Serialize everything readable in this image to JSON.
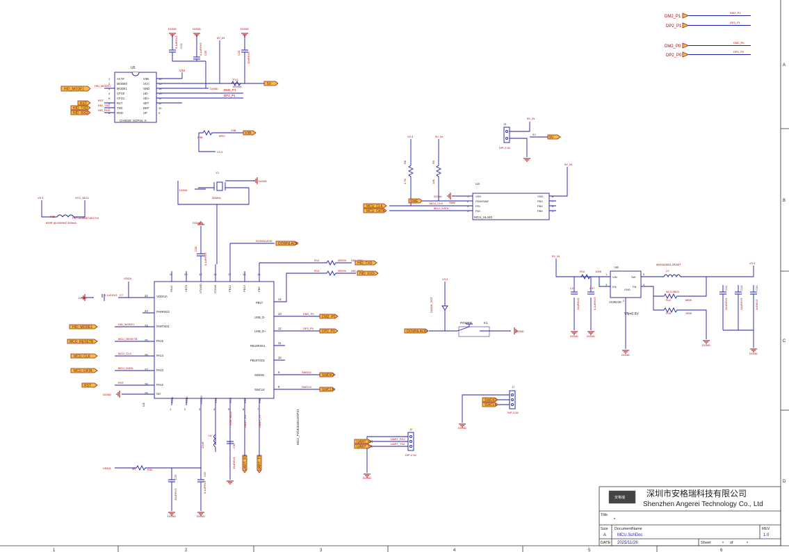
{
  "u5": {
    "ref": "U5",
    "part": "CH9329_SOP16_0",
    "pins_left": [
      {
        "num": "1",
        "name": "ACT#"
      },
      {
        "num": "2",
        "name": "MODE0"
      },
      {
        "num": "3",
        "name": "MODE1"
      },
      {
        "num": "4",
        "name": "CFG0"
      },
      {
        "num": "5",
        "name": "CFG1"
      },
      {
        "num": "6",
        "name": "RST"
      },
      {
        "num": "7",
        "name": "TXD"
      },
      {
        "num": "8",
        "name": "RXD"
      }
    ],
    "pins_right": [
      {
        "num": "16",
        "name": "V3B"
      },
      {
        "num": "15",
        "name": "VCC"
      },
      {
        "num": "14",
        "name": "GND"
      },
      {
        "num": "13",
        "name": "UD-"
      },
      {
        "num": "12",
        "name": "UD+"
      },
      {
        "num": "11",
        "name": "SET"
      },
      {
        "num": "10",
        "name": "DEF"
      },
      {
        "num": "9",
        "name": "UP"
      }
    ]
  },
  "u5_ports": [
    "HID_MODE1",
    "RST",
    "HID_TXD",
    "HID_RXD"
  ],
  "u5_nets": [
    "HID_MODE1",
    "RST",
    "HID_TXD",
    "HID_RXD",
    "DM2_P1",
    "DP2_P1",
    "V33",
    "5V"
  ],
  "top_right_ports": [
    {
      "port": "DM2_P1",
      "net": "DM2_P1"
    },
    {
      "port": "DP2_P1",
      "net": "DP2_P1"
    },
    {
      "port": "DM2_P0",
      "net": "DM2_P0"
    },
    {
      "port": "DP2_P0",
      "net": "DP2_P0"
    }
  ],
  "power": {
    "dgnd": "DGND",
    "v33": "V3.3",
    "v5": "5V_IN",
    "vdda": "VDDA",
    "vcc_mcu": "VCC_MCU",
    "v3b": "V3B",
    "v3b_port": "V3B",
    "v3b_r": "R38",
    "v3b_val": "0R/C",
    "v33_net": "V3.3",
    "v5v": "5V"
  },
  "u5_caps": [
    {
      "ref": "C24",
      "val": "0.1uF/6V3"
    },
    {
      "ref": "C35",
      "val": "0.1uF/6V3"
    },
    {
      "ref": "C34",
      "val": "10uF/6V3"
    }
  ],
  "fuse": {
    "ref": "F1/1",
    "val": "500mA"
  },
  "y2": {
    "ref": "Y2",
    "val": "32MHz"
  },
  "fb": {
    "ref": "FB8",
    "val1": "600R @100MHZ 300mA",
    "val2": "PBY160808T-601Y-N"
  },
  "u3": {
    "ref": "U3",
    "part": "MCU_HL440",
    "pins_left": [
      {
        "num": "1",
        "name": "VSS"
      },
      {
        "num": "2",
        "name": "PDM/SWE"
      },
      {
        "num": "3",
        "name": "PDI"
      },
      {
        "num": "4",
        "name": "PDI"
      }
    ],
    "pins_right": [
      {
        "num": "8",
        "name": "VDD"
      },
      {
        "num": "7",
        "name": "PB3"
      },
      {
        "num": "6",
        "name": "PB4"
      },
      {
        "num": "5",
        "name": "PB5"
      }
    ],
    "resistors": [
      {
        "ref": "R8",
        "val": "4.7K"
      },
      {
        "ref": "R9",
        "val": "10K"
      }
    ]
  },
  "u3_ports": [
    "MCU_CLK",
    "MCU_DATA"
  ],
  "u3_nets": [
    "MCU_CLK",
    "MCU_DATA",
    "SWE",
    "DGND"
  ],
  "j3": {
    "ref": "J3",
    "part": "DIP-2.54",
    "net": "5V"
  },
  "main_mcu": {
    "ref": "U4",
    "part": "MCU_P3181540416SP21",
    "pins_left": [
      {
        "num": "22",
        "name": "VDDCIA"
      },
      {
        "num": "23",
        "name": "PA8RXD3"
      },
      {
        "num": "24",
        "name": "PA8TXD3"
      },
      {
        "num": "25",
        "name": "PA15"
      },
      {
        "num": "26",
        "name": "PA14"
      },
      {
        "num": "27",
        "name": "PA13"
      },
      {
        "num": "28",
        "name": "PA12"
      },
      {
        "num": "29",
        "name": "G0"
      }
    ],
    "pins_top": [
      {
        "num": "21",
        "name": "PA11"
      },
      {
        "num": "20",
        "name": "VBTA"
      },
      {
        "num": "19",
        "name": "XTAMO"
      },
      {
        "num": "18",
        "name": "XTAMI"
      },
      {
        "num": "17",
        "name": "PB12"
      },
      {
        "num": "16",
        "name": "PB13"
      },
      {
        "num": "15",
        "name": "PB6"
      }
    ],
    "pins_right": [
      {
        "num": "14",
        "name": "PB17"
      },
      {
        "num": "13",
        "name": "USB_D-"
      },
      {
        "num": "12",
        "name": "USB_D+"
      },
      {
        "num": "11",
        "name": "RB13RXD1"
      },
      {
        "num": "10",
        "name": "PB10TXD1"
      },
      {
        "num": "9",
        "name": "SWDIO"
      },
      {
        "num": "8",
        "name": "SWCLK"
      }
    ],
    "pins_bottom": [
      {
        "num": "1",
        "name": "PA11"
      },
      {
        "num": "2",
        "name": "PA10"
      },
      {
        "num": "3",
        "name": "VDDIO"
      },
      {
        "num": "4",
        "name": "VSS"
      },
      {
        "num": "5",
        "name": "VCC"
      },
      {
        "num": "6",
        "name": "PA9"
      },
      {
        "num": "7",
        "name": "PA8"
      }
    ]
  },
  "mcu_left_ports": [
    "HID_MODE1",
    "MCU_RESETB",
    "MCU_CLK",
    "MCU_DATA",
    "RST"
  ],
  "mcu_left_nets": [
    "HID_MODE1",
    "MCU_RESETB",
    "MCU_CLK",
    "MCU_DATA",
    "RST",
    "DGND"
  ],
  "mcu_right_ports": [
    "DOWNLAOD",
    "HID_TXD",
    "HID_RXD",
    "DM2_P0",
    "DP2_P0",
    "SWDIO",
    "SWCLK"
  ],
  "mcu_right_nets": [
    "DOWNLAOD",
    "HID_TXD",
    "HID_RXD",
    "DM2_P0",
    "DP2_P0",
    "SWDIO",
    "SWCLK"
  ],
  "mcu_res": [
    {
      "ref": "R12",
      "val": "0R/0%"
    },
    {
      "ref": "R13",
      "val": "0R/0%"
    }
  ],
  "mcu_caps": [
    {
      "ref": "C7",
      "val": "0.1uF/6V3"
    },
    {
      "ref": "C28",
      "val": "0.1uF/6V3"
    }
  ],
  "l6": {
    "ref": "L6",
    "val": "22uH"
  },
  "mcu_bottom_nets": [
    "VDD_MCU",
    "UART_RX",
    "UART_TX"
  ],
  "bottom_ports": [
    "UART_RX",
    "UART_TX"
  ],
  "bottom_passives": [
    {
      "ref": "R32",
      "val": "0R"
    },
    {
      "ref": "C29",
      "val": "10uF/6V3"
    },
    {
      "ref": "C32",
      "val": "0.1uF/6V3"
    },
    {
      "ref": "C30",
      "val": "10uF/6V3"
    }
  ],
  "j2": {
    "ref": "J2",
    "part": "DIP-2.54",
    "ports": [
      "UART_RX",
      "UART_TX"
    ],
    "nets": [
      "UART_RX2",
      "UART_TX2"
    ]
  },
  "k1": {
    "ref": "K1",
    "label": "POWER",
    "port": "DOWNLAOD",
    "diode": "DIODE_SOT"
  },
  "j1": {
    "ref": "J1",
    "part": "DIP-2.54",
    "ports": [
      "SWDIO",
      "SWCLK"
    ]
  },
  "u6": {
    "ref": "U6",
    "part": "AX3513S",
    "pins": [
      {
        "num": "1",
        "name": "VIN"
      },
      {
        "num": "2",
        "name": "GND"
      },
      {
        "num": "3",
        "name": "EN"
      },
      {
        "num": "4",
        "name": "FB"
      },
      {
        "num": "5",
        "name": "SW"
      }
    ],
    "vfb": "Vfb=0.6V",
    "l2": {
      "ref": "L2",
      "val": "MWSA0603-2R2MT"
    },
    "r_in": {
      "ref": "R10",
      "val": "100K"
    },
    "caps": [
      {
        "ref": "C2",
        "val": "10uF/6V3"
      },
      {
        "ref": "C37",
        "val": "0.1uF/6V3"
      },
      {
        "ref": "C11",
        "val": "22uF/6V3"
      },
      {
        "ref": "C13",
        "val": "10uF/6V3"
      },
      {
        "ref": "C33",
        "val": "1uF/6V3"
      }
    ],
    "res": [
      {
        "ref": "R12",
        "val": "680K"
      },
      {
        "ref": "R18",
        "val": "150K"
      }
    ],
    "ncap": "NC/C0603"
  },
  "grid": {
    "cols": [
      "1",
      "2",
      "3",
      "4",
      "5",
      "6"
    ],
    "rows": [
      "A",
      "B",
      "C",
      "D"
    ]
  },
  "title_block": {
    "company_cn": "深圳市安格瑞科技有限公司",
    "company_en": "Shenzhen Angerei Technology Co., Ltd",
    "logo_text": "安格瑞",
    "title_label": "Title",
    "size_label": "Size",
    "size": "A",
    "docname_label": "DocumentName",
    "docname": "MCU.SchDoc",
    "rev_label": "REV",
    "rev": "1.0",
    "date_label": "DATE",
    "date": "2025/11/26",
    "sheet_label": "Sheet",
    "of_label": "of"
  },
  "accent": {
    "wire": "#1a1aa8",
    "text": "#b00000",
    "flag": "#f0c040"
  }
}
